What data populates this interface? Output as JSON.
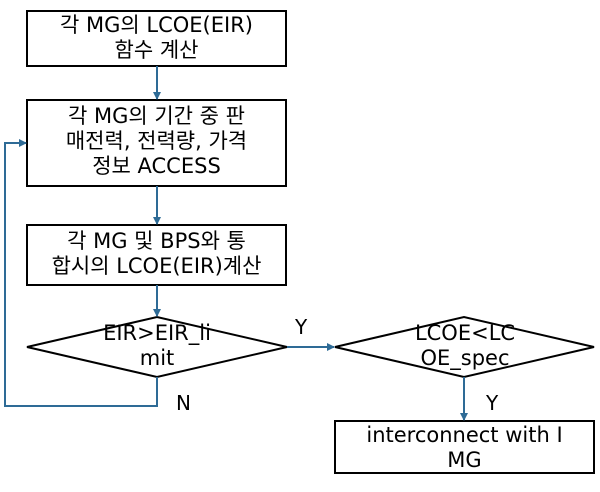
{
  "nodes": {
    "step1": {
      "line1": "각 MG의 LCOE(EIR)",
      "line2": "함수 계산"
    },
    "step2": {
      "line1": "각 MG의 기간 중 판",
      "line2": "매전력, 전력량, 가격",
      "line3": "정보 ACCESS"
    },
    "step3": {
      "line1": "각 MG 및 BPS와 통",
      "line2": "합시의 LCOE(EIR)계산"
    },
    "decision1": {
      "line1": "EIR>EIR_li",
      "line2": "mit"
    },
    "decision2": {
      "line1": "LCOE<LC",
      "line2": "OE_spec"
    },
    "step4": {
      "line1": "interconnect with I",
      "line2": "MG"
    }
  },
  "edges": {
    "d1_yes": "Y",
    "d1_no": "N",
    "d2_yes": "Y"
  },
  "colors": {
    "arrow": "#2e6b96",
    "border": "#000000"
  }
}
